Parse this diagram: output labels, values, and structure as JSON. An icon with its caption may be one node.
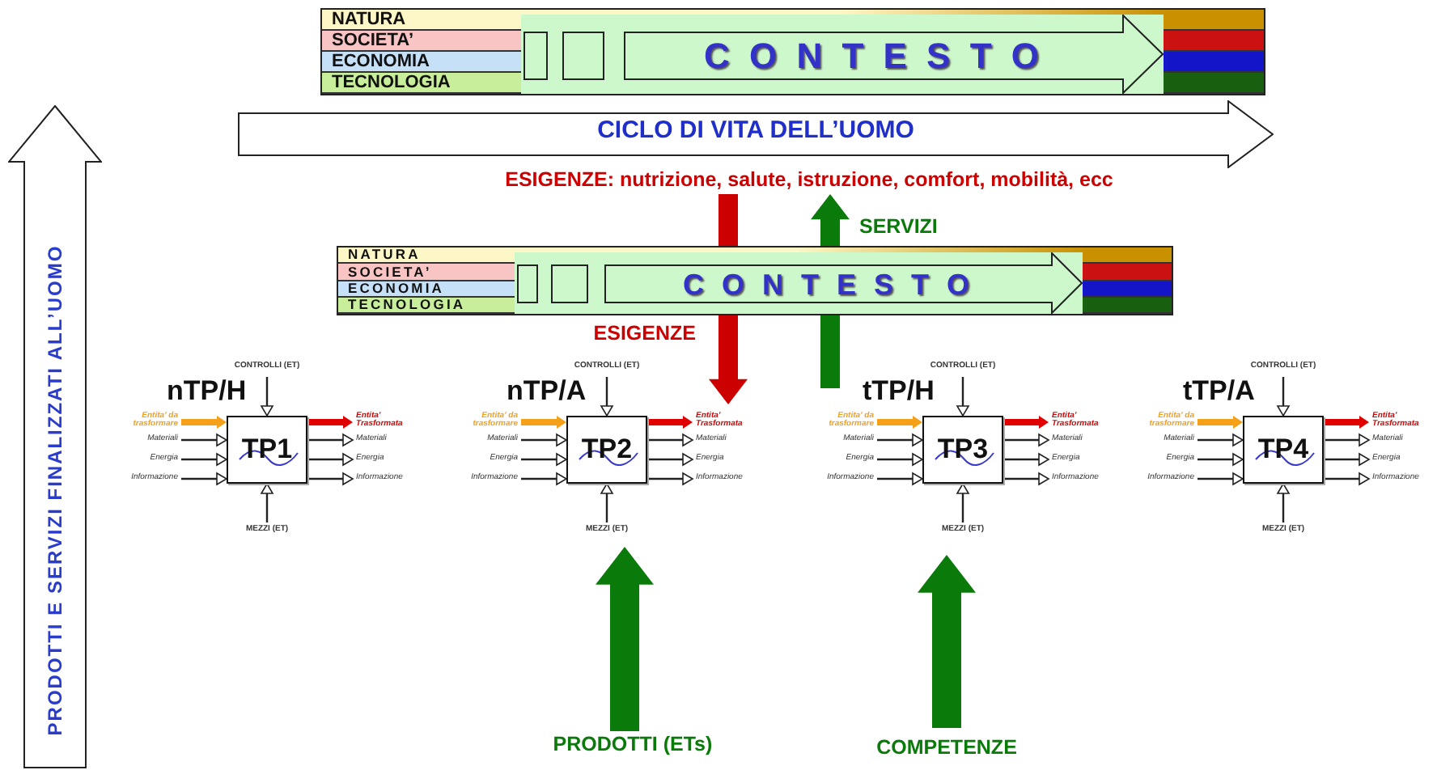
{
  "diagram": {
    "nodes": [
      {
        "text": [
          "NATURA",
          "SOCIETA’",
          "ECONOMIA",
          "TECNOLOGIA",
          "C O N T E S T O"
        ]
      },
      {
        "text": [
          "CICLO DI VITA DELL’UOMO"
        ]
      },
      {
        "text": [
          "PRODOTTI E SERVIZI FINALIZZATI ALL’UOMO"
        ]
      },
      {
        "text": [
          "ESIGENZE: nutrizione, salute, istruzione, comfort, mobilità, ecc"
        ]
      },
      {
        "text": [
          "NATURA",
          "SOCIETA’",
          "ECONOMIA",
          "TECNOLOGIA",
          "C O N T E S T O"
        ]
      },
      {
        "text": [
          "nTP/H",
          "TP1"
        ]
      },
      {
        "text": [
          "nTP/A",
          "TP2"
        ]
      },
      {
        "text": [
          "tTP/H",
          "TP3"
        ]
      },
      {
        "text": [
          "tTP/A",
          "TP4"
        ]
      }
    ],
    "edges": [
      {
        "from": 3,
        "to": 4,
        "arrow": "none",
        "style": "thick",
        "color": "#cc0000"
      },
      {
        "from": 4,
        "to": null,
        "arrow": "to",
        "label": "ESIGENZE",
        "style": "thick",
        "color": "#cc0000"
      },
      {
        "from": null,
        "to": 4,
        "arrow": "none",
        "style": "thick",
        "color": "#0a7a0a"
      },
      {
        "from": 4,
        "to": 3,
        "arrow": "to",
        "label": "SERVIZI",
        "style": "thick",
        "color": "#0a7a0a"
      },
      {
        "from": null,
        "to": 6,
        "arrow": "to",
        "label": "PRODOTTI (ETs)",
        "style": "thick",
        "color": "#0a7a0a"
      },
      {
        "from": null,
        "to": 7,
        "arrow": "to",
        "label": "COMPETENZE",
        "style": "thick",
        "color": "#0a7a0a"
      },
      {
        "from": null,
        "to": 5,
        "arrow": "to",
        "label": "CONTROLLI (ET)"
      },
      {
        "from": null,
        "to": 5,
        "arrow": "to",
        "label": "Entita’ da trasformare",
        "style": "thick",
        "color": "#f5a01a"
      },
      {
        "from": null,
        "to": 5,
        "arrow": "to",
        "label": "Materiali"
      },
      {
        "from": null,
        "to": 5,
        "arrow": "to",
        "label": "Energia"
      },
      {
        "from": null,
        "to": 5,
        "arrow": "to",
        "label": "Informazione"
      },
      {
        "from": 5,
        "to": null,
        "arrow": "to",
        "label": "Entita’ Trasformata",
        "style": "thick",
        "color": "#e00000"
      },
      {
        "from": 5,
        "to": null,
        "arrow": "to",
        "label": "Materiali"
      },
      {
        "from": 5,
        "to": null,
        "arrow": "to",
        "label": "Energia"
      },
      {
        "from": 5,
        "to": null,
        "arrow": "to",
        "label": "Informazione"
      },
      {
        "from": null,
        "to": 5,
        "arrow": "to",
        "label": "MEZZI (ET)"
      },
      {
        "from": null,
        "to": 6,
        "arrow": "to",
        "label": "CONTROLLI (ET)"
      },
      {
        "from": null,
        "to": 6,
        "arrow": "to",
        "label": "Entita’ da trasformare",
        "style": "thick",
        "color": "#f5a01a"
      },
      {
        "from": null,
        "to": 6,
        "arrow": "to",
        "label": "Materiali"
      },
      {
        "from": null,
        "to": 6,
        "arrow": "to",
        "label": "Energia"
      },
      {
        "from": null,
        "to": 6,
        "arrow": "to",
        "label": "Informazione"
      },
      {
        "from": 6,
        "to": null,
        "arrow": "to",
        "label": "Entita’ Trasformata",
        "style": "thick",
        "color": "#e00000"
      },
      {
        "from": 6,
        "to": null,
        "arrow": "to",
        "label": "Materiali"
      },
      {
        "from": 6,
        "to": null,
        "arrow": "to",
        "label": "Energia"
      },
      {
        "from": 6,
        "to": null,
        "arrow": "to",
        "label": "Informazione"
      },
      {
        "from": null,
        "to": 6,
        "arrow": "to",
        "label": "MEZZI (ET)"
      },
      {
        "from": null,
        "to": 7,
        "arrow": "to",
        "label": "CONTROLLI (ET)"
      },
      {
        "from": null,
        "to": 7,
        "arrow": "to",
        "label": "Entita’ da trasformare",
        "style": "thick",
        "color": "#f5a01a"
      },
      {
        "from": null,
        "to": 7,
        "arrow": "to",
        "label": "Materiali"
      },
      {
        "from": null,
        "to": 7,
        "arrow": "to",
        "label": "Energia"
      },
      {
        "from": null,
        "to": 7,
        "arrow": "to",
        "label": "Informazione"
      },
      {
        "from": 7,
        "to": null,
        "arrow": "to",
        "label": "Entita’ Trasformata",
        "style": "thick",
        "color": "#e00000"
      },
      {
        "from": 7,
        "to": null,
        "arrow": "to",
        "label": "Materiali"
      },
      {
        "from": 7,
        "to": null,
        "arrow": "to",
        "label": "Energia"
      },
      {
        "from": 7,
        "to": null,
        "arrow": "to",
        "label": "Informazione"
      },
      {
        "from": null,
        "to": 7,
        "arrow": "to",
        "label": "MEZZI (ET)"
      },
      {
        "from": null,
        "to": 8,
        "arrow": "to",
        "label": "CONTROLLI (ET)"
      },
      {
        "from": null,
        "to": 8,
        "arrow": "to",
        "label": "Entita’ da trasformare",
        "style": "thick",
        "color": "#f5a01a"
      },
      {
        "from": null,
        "to": 8,
        "arrow": "to",
        "label": "Materiali"
      },
      {
        "from": null,
        "to": 8,
        "arrow": "to",
        "label": "Energia"
      },
      {
        "from": null,
        "to": 8,
        "arrow": "to",
        "label": "Informazione"
      },
      {
        "from": 8,
        "to": null,
        "arrow": "to",
        "label": "Entita’ Trasformata",
        "style": "thick",
        "color": "#e00000"
      },
      {
        "from": 8,
        "to": null,
        "arrow": "to",
        "label": "Materiali"
      },
      {
        "from": 8,
        "to": null,
        "arrow": "to",
        "label": "Energia"
      },
      {
        "from": 8,
        "to": null,
        "arrow": "to",
        "label": "Informazione"
      },
      {
        "from": null,
        "to": 8,
        "arrow": "to",
        "label": "MEZZI (ET)"
      }
    ]
  }
}
